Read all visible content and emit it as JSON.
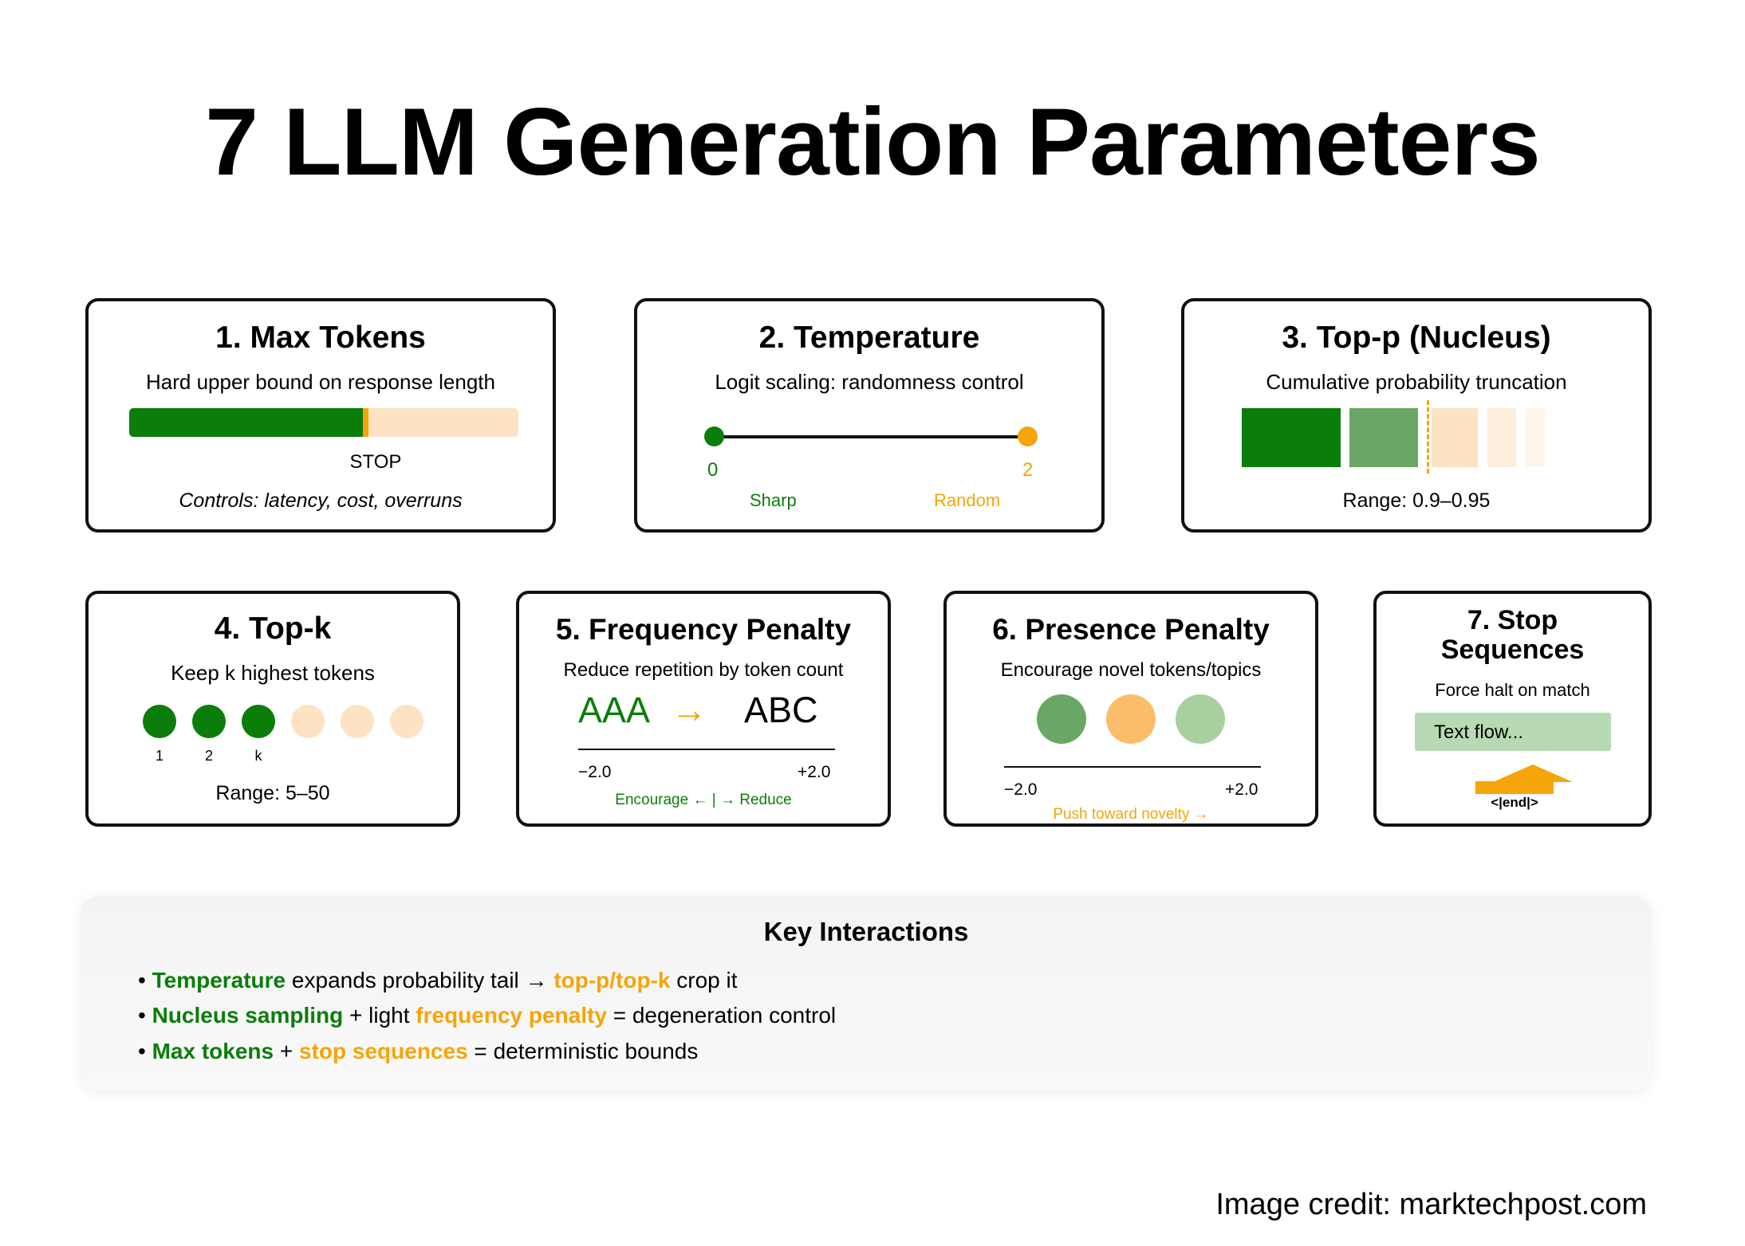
{
  "title": "7 LLM Generation Parameters",
  "colors": {
    "green": "#0b7d0b",
    "orange": "#f5a50a",
    "light_orange": "#fde3c3",
    "muted_green": "#6aa766"
  },
  "cards": {
    "max_tokens": {
      "title": "1. Max Tokens",
      "subtitle": "Hard upper bound on response length",
      "stop_label": "STOP",
      "fill_fraction": 0.6,
      "note": "Controls: latency, cost, overruns"
    },
    "temperature": {
      "title": "2. Temperature",
      "subtitle": "Logit scaling: randomness control",
      "min": "0",
      "max": "2",
      "left_label": "Sharp",
      "right_label": "Random"
    },
    "top_p": {
      "title": "3. Top-p (Nucleus)",
      "subtitle": "Cumulative probability truncation",
      "range": "Range: 0.9–0.95"
    },
    "top_k": {
      "title": "4. Top-k",
      "subtitle": "Keep k highest tokens",
      "labels": [
        "1",
        "2",
        "k"
      ],
      "range": "Range: 5–50"
    },
    "frequency_penalty": {
      "title": "5. Frequency Penalty",
      "subtitle": "Reduce repetition by token count",
      "from_text": "AAA",
      "arrow": "→",
      "to_text": "ABC",
      "min": "−2.0",
      "max": "+2.0",
      "caption": "Encourage ← | → Reduce"
    },
    "presence_penalty": {
      "title": "6. Presence Penalty",
      "subtitle": "Encourage novel tokens/topics",
      "min": "−2.0",
      "max": "+2.0",
      "caption": "Push toward novelty →"
    },
    "stop_sequences": {
      "title_line1": "7. Stop",
      "title_line2": "Sequences",
      "subtitle": "Force halt on match",
      "text_flow": "Text flow...",
      "end_token": "<|end|>"
    }
  },
  "key_interactions": {
    "heading": "Key Interactions",
    "bullets": [
      {
        "prefix": "• ",
        "a": "Temperature",
        "mid": " expands probability tail → ",
        "b": "top-p/top-k",
        "end": " crop it"
      },
      {
        "prefix": "• ",
        "a": "Nucleus sampling",
        "mid": " + light ",
        "b": "frequency penalty",
        "end": " = degeneration control"
      },
      {
        "prefix": "• ",
        "a": "Max tokens",
        "mid": " + ",
        "b": "stop sequences",
        "end": " = deterministic bounds"
      }
    ]
  },
  "credit": "Image credit: marktechpost.com"
}
